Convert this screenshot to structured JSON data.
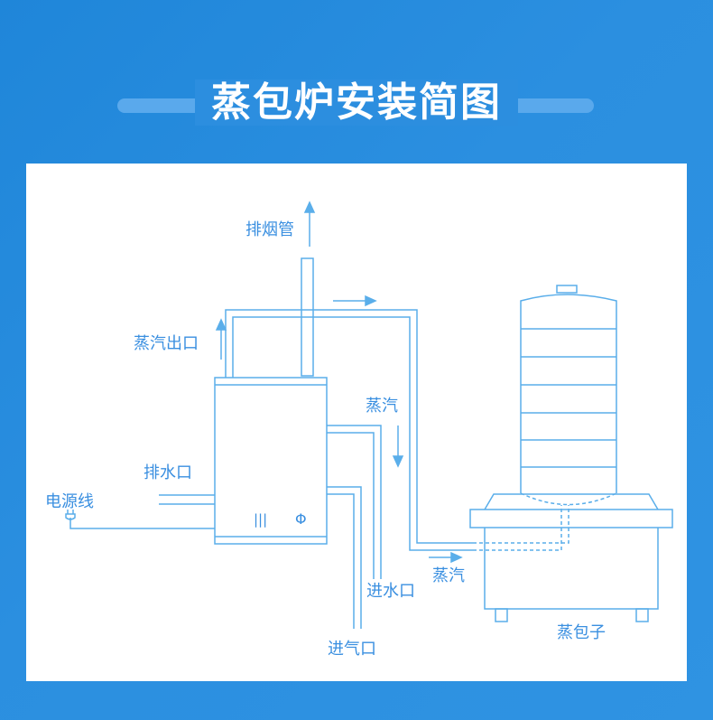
{
  "title": "蒸包炉安装简图",
  "labels": {
    "chimney": "排烟管",
    "steam_outlet": "蒸汽出口",
    "drain": "排水口",
    "power_cord": "电源线",
    "steam_down": "蒸汽",
    "steam_right": "蒸汽",
    "water_inlet": "进水口",
    "gas_inlet": "进气口",
    "steamer": "蒸包子"
  },
  "boiler_panel": {
    "indicator": "|||",
    "power_symbol": "Φ"
  },
  "colors": {
    "background": "#2b8fe0",
    "line": "#5aaeea",
    "label": "#3a8fe0"
  }
}
